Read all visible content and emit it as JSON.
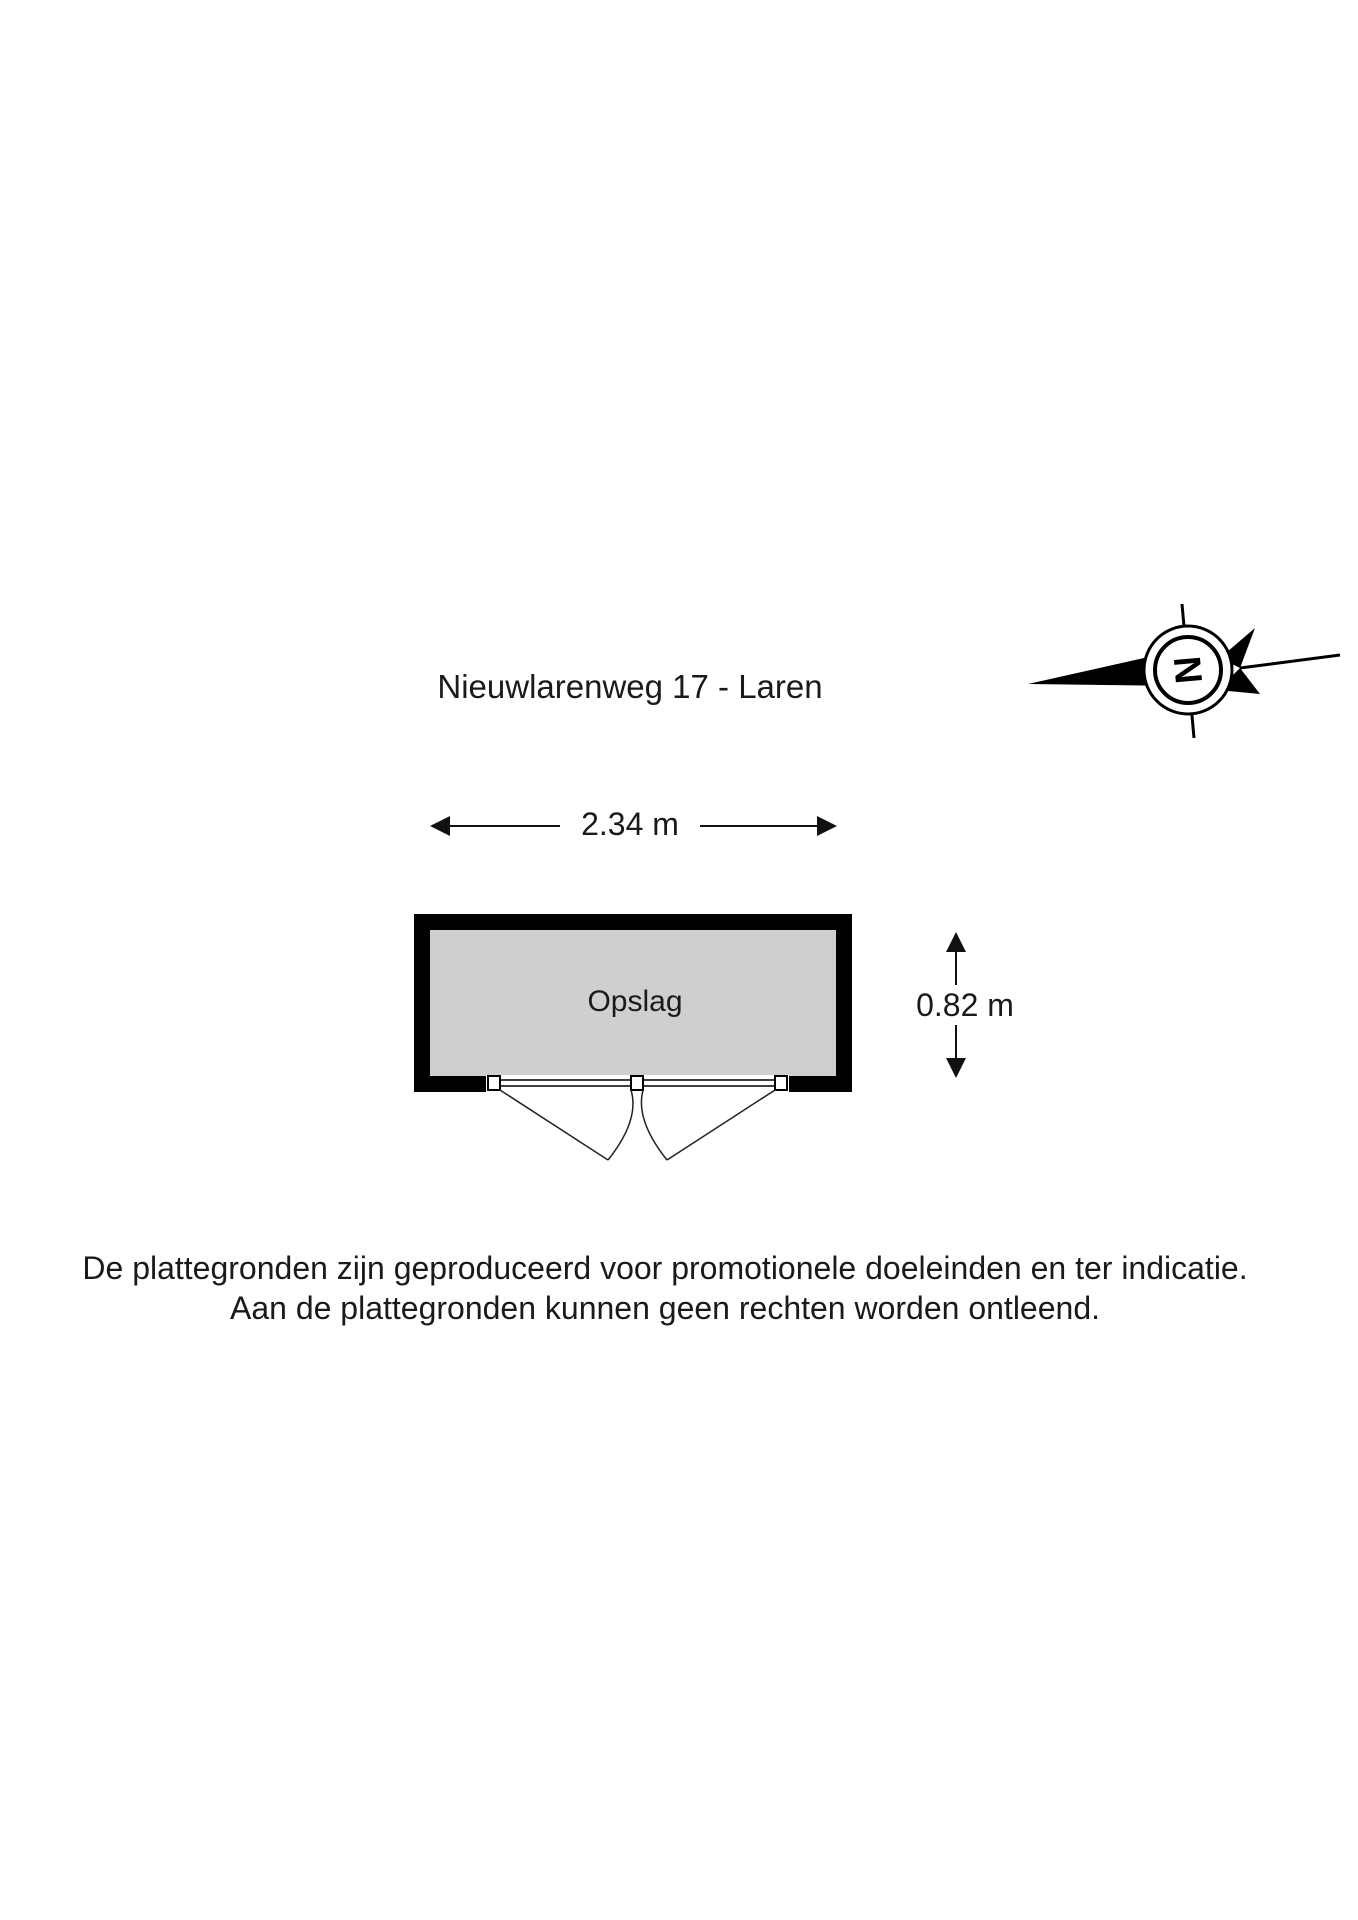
{
  "header": {
    "address": "Nieuwlarenweg 17 - Laren"
  },
  "compass": {
    "icon": "north-arrow-icon",
    "letter": "N"
  },
  "dimensions": {
    "width": "2.34 m",
    "height": "0.82 m"
  },
  "room": {
    "name": "Opslag"
  },
  "colors": {
    "wall": "#000000",
    "floor": "#cfcfcf",
    "text": "#1a1a1a"
  },
  "disclaimer": {
    "line1": "De plattegronden zijn geproduceerd voor promotionele doeleinden en ter indicatie.",
    "line2": "Aan de plattegronden kunnen geen rechten worden ontleend."
  }
}
